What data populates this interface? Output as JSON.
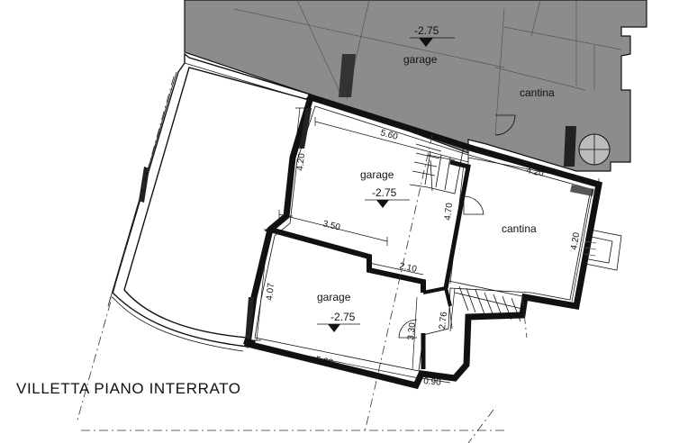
{
  "title": "VILLETTA PIANO INTERRATO",
  "rooms": {
    "upper_garage": {
      "name": "garage",
      "level": "-2.75"
    },
    "upper_cantina": {
      "name": "cantina"
    },
    "garage_1": {
      "name": "garage",
      "level": "-2.75"
    },
    "cantina": {
      "name": "cantina"
    },
    "garage_2": {
      "name": "garage",
      "level": "-2.75"
    }
  },
  "dimensions": {
    "garage_1_width": "5.60",
    "garage_1_depth": "4.20",
    "garage_1_partial": "3.50",
    "stair_depth": "4.70",
    "passage": "2.10",
    "cantina_width": "4.20",
    "cantina_depth": "4.20",
    "garage_2_depth": "4.07",
    "garage_2_width": "5.60",
    "garage_2_side": "3.30",
    "stair_2": "2.76",
    "step": "0.90"
  }
}
